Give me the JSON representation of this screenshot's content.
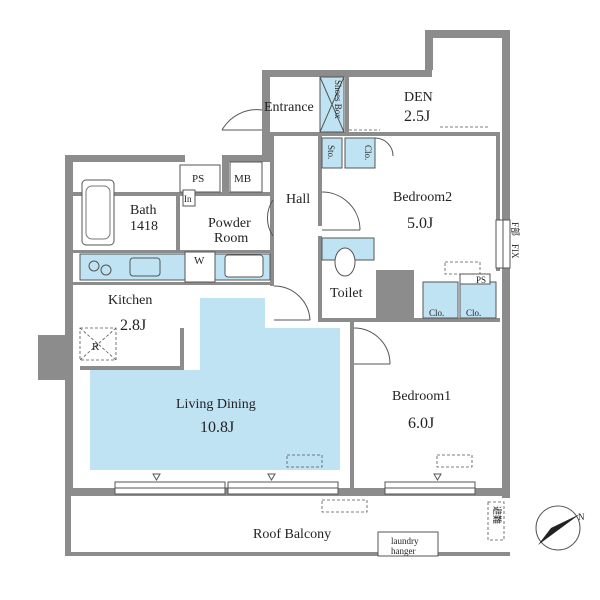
{
  "rooms": {
    "entrance": "Entrance",
    "shoes_box": "Shoes Box",
    "den": "DEN",
    "den_size": "2.5J",
    "sto": "Sto.",
    "clo_bed2": "Clo.",
    "ps_top": "PS",
    "mb": "MB",
    "bath": "Bath",
    "bath_size": "1418",
    "in": "In",
    "hall": "Hall",
    "bedroom2": "Bedroom2",
    "bedroom2_size": "5.0J",
    "powder_room_1": "Powder",
    "powder_room_2": "Room",
    "w": "W",
    "toilet": "Toilet",
    "kitchen": "Kitchen",
    "kitchen_size": "2.8J",
    "r": "R",
    "ps_right": "PS",
    "clo_bed1_a": "Clo.",
    "clo_bed1_b": "Clo.",
    "living_dining": "Living Dining",
    "living_dining_size": "10.8J",
    "bedroom1": "Bedroom1",
    "bedroom1_size": "6.0J",
    "roof_balcony": "Roof Balcony",
    "laundry_1": "laundry",
    "laundry_2": "hanger",
    "fix": "FIX",
    "fix_prefix": "F部",
    "escape": "避難"
  },
  "colors": {
    "wall": "#8c8c8c",
    "floor_highlight": "#bfe3f3"
  }
}
